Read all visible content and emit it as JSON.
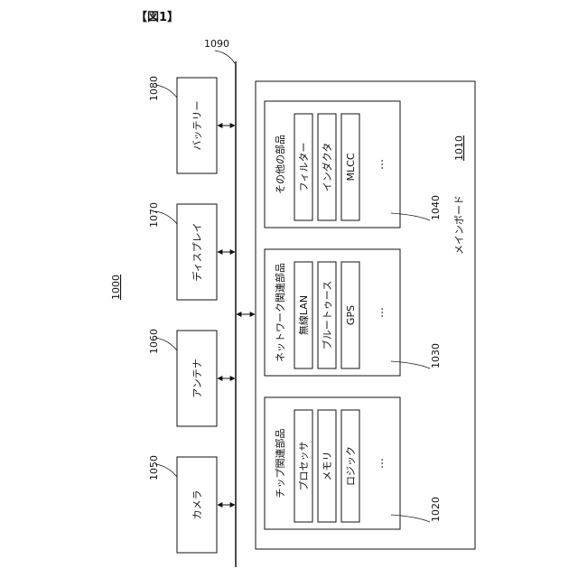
{
  "figure_label": "【図1】",
  "system": {
    "ref": "1000",
    "bus_ref": "1090"
  },
  "mainboard": {
    "label": "メインボード",
    "ref": "1010"
  },
  "peripherals": [
    {
      "label": "バッテリー",
      "ref": "1080"
    },
    {
      "label": "ディスプレイ",
      "ref": "1070"
    },
    {
      "label": "アンテナ",
      "ref": "1060"
    },
    {
      "label": "カメラ",
      "ref": "1050"
    }
  ],
  "groups": [
    {
      "title": "その他の部品",
      "ref": "1040",
      "items": [
        {
          "label": "フィルター",
          "shaded": false
        },
        {
          "label": "インダクタ",
          "shaded": false
        },
        {
          "label": "MLCC",
          "shaded": true
        }
      ],
      "ellipsis": "…"
    },
    {
      "title": "ネットワーク関連部品",
      "ref": "1030",
      "items": [
        {
          "label": "無線LAN",
          "shaded": false
        },
        {
          "label": "ブルートゥース",
          "shaded": false
        },
        {
          "label": "GPS",
          "shaded": true
        }
      ],
      "ellipsis": "…"
    },
    {
      "title": "チップ関連部品",
      "ref": "1020",
      "items": [
        {
          "label": "プロセッサ",
          "shaded": false
        },
        {
          "label": "メモリ",
          "shaded": false
        },
        {
          "label": "ロジック",
          "shaded": false
        }
      ],
      "ellipsis": "…"
    }
  ]
}
